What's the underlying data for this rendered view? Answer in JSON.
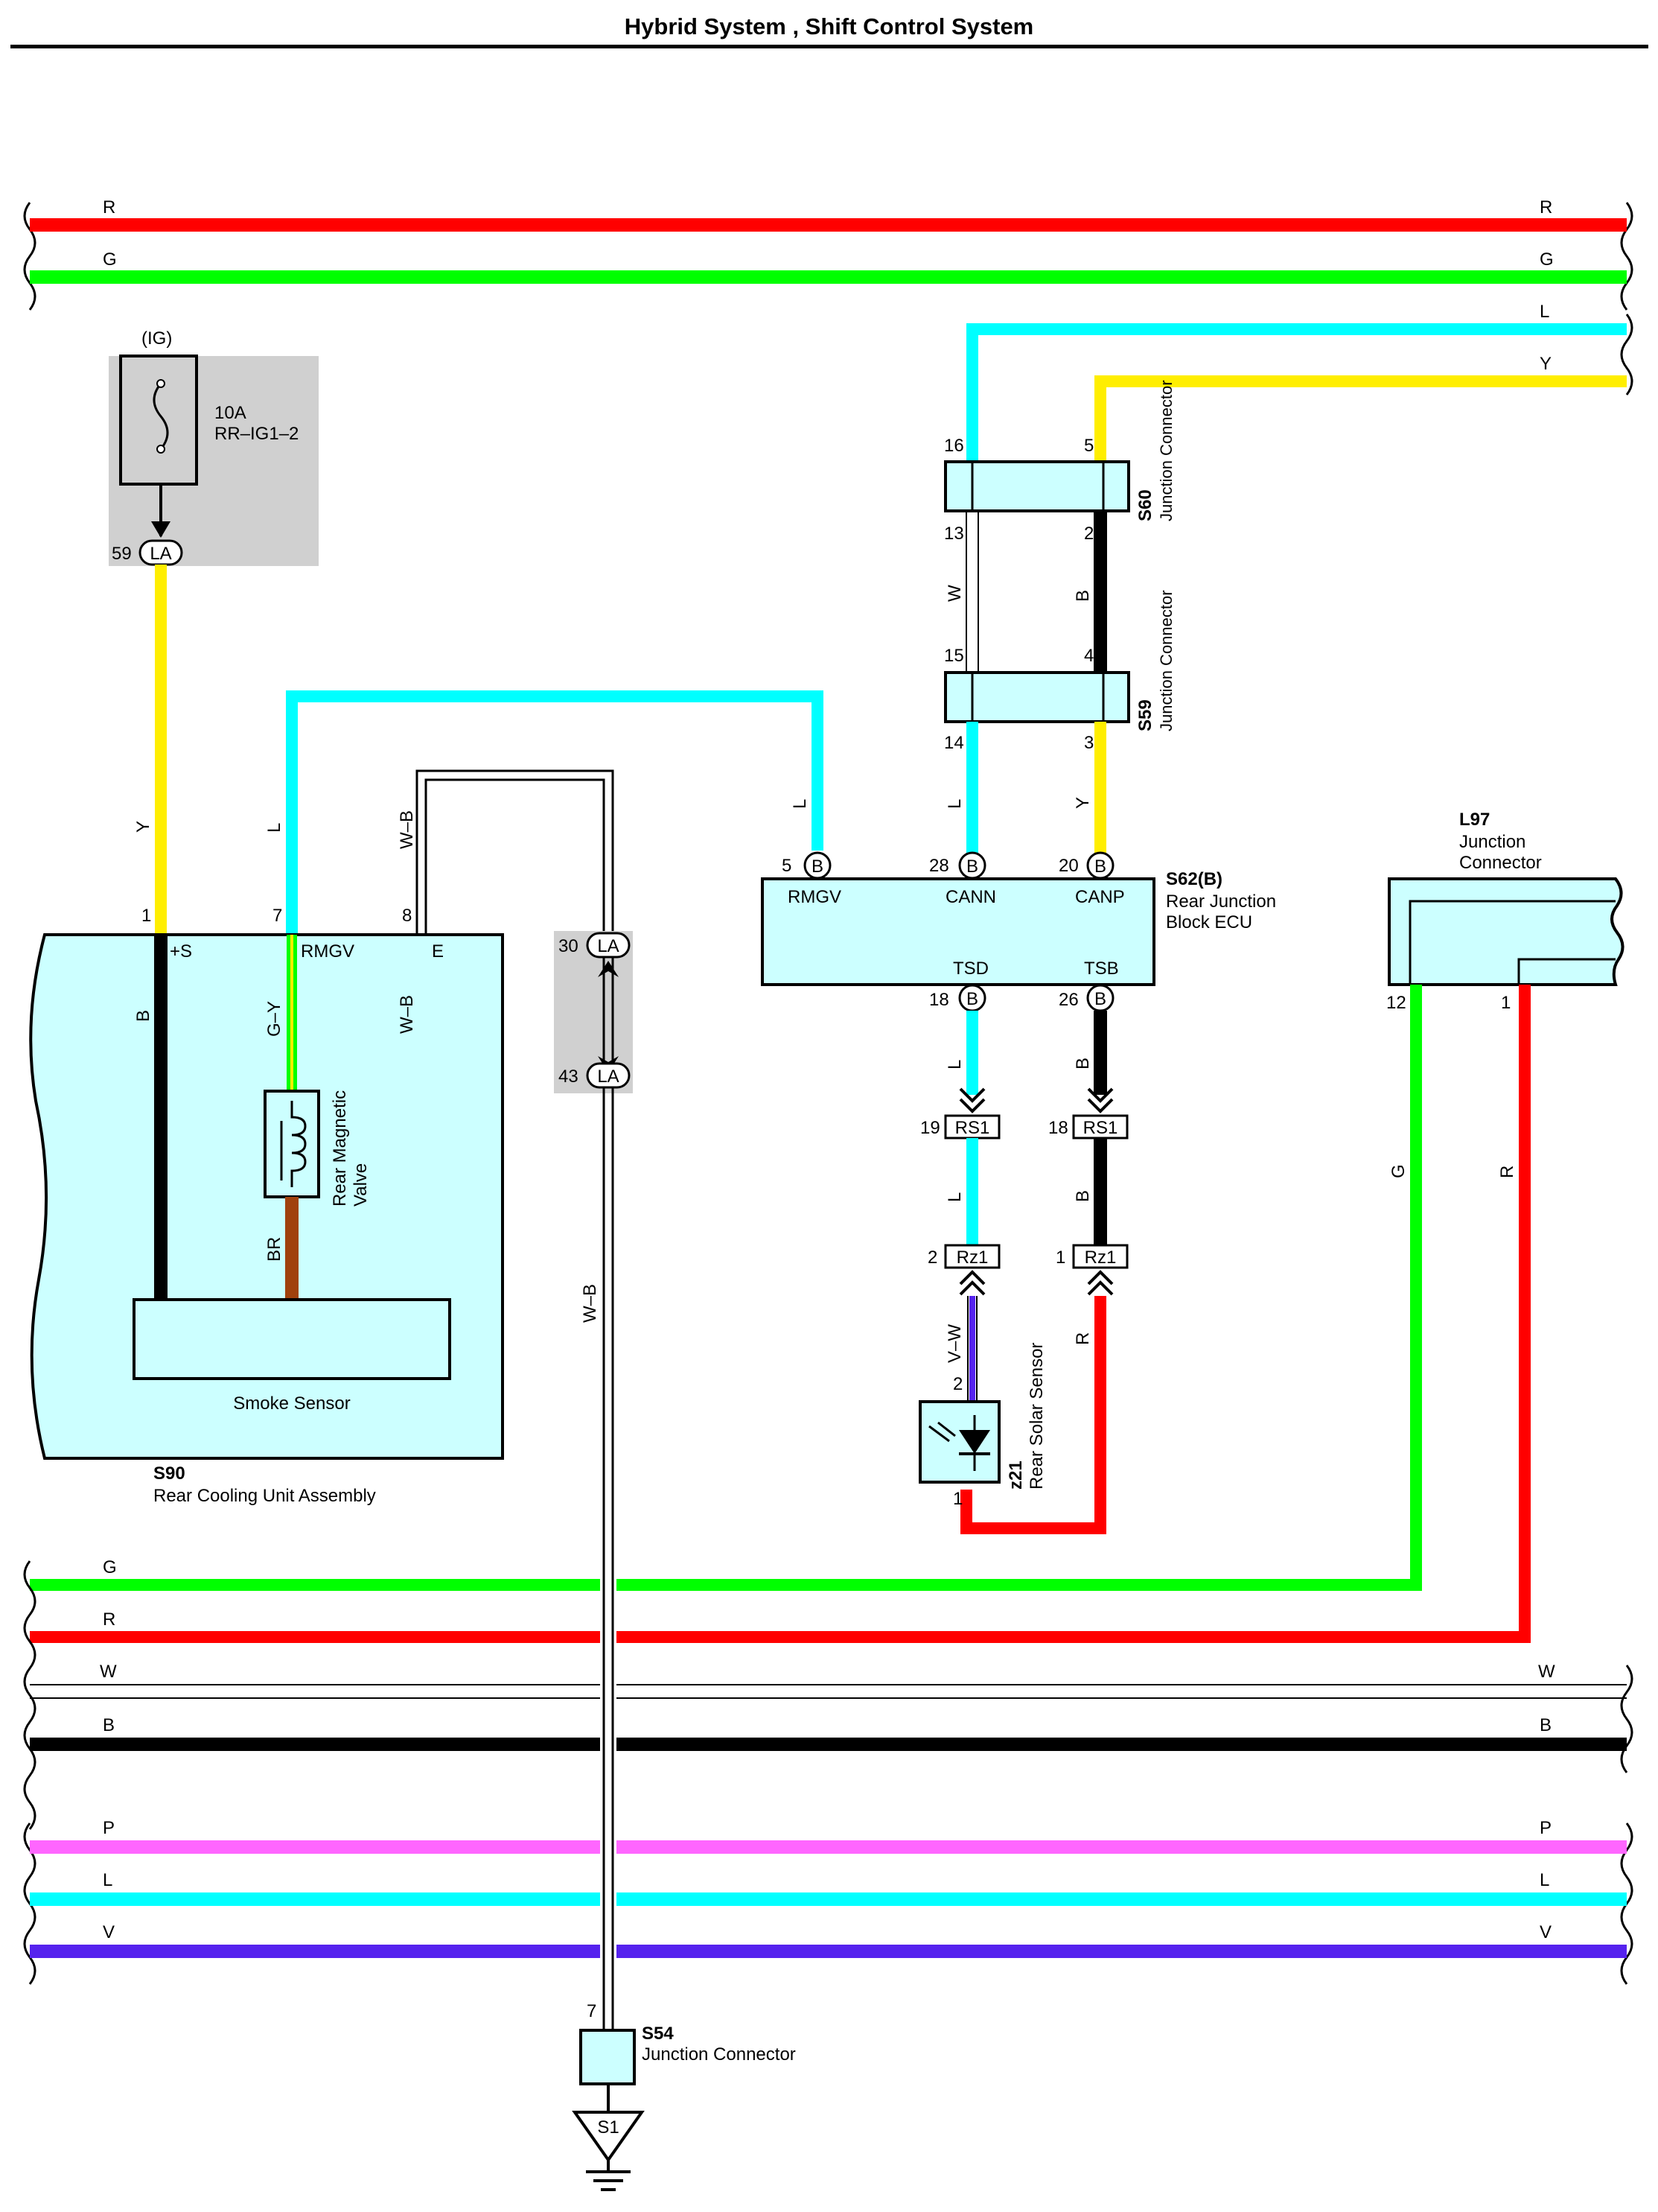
{
  "title": "Hybrid System , Shift Control System",
  "colors": {
    "R": "#ff0000",
    "G": "#00ff00",
    "L": "#00ffff",
    "Y": "#ffee00",
    "B": "#000000",
    "P": "#ff66ff",
    "V": "#5522ee",
    "BR": "#a0410d",
    "box_fill": "#ccffff",
    "fuse_bg": "#d0d0d0"
  },
  "buses": {
    "top": [
      {
        "code": "R",
        "label_left": "R",
        "label_right": "R"
      },
      {
        "code": "G",
        "label_left": "G",
        "label_right": "G"
      }
    ],
    "right_entry": [
      {
        "code": "L",
        "label": "L"
      },
      {
        "code": "Y",
        "label": "Y"
      }
    ],
    "bottom": [
      {
        "code": "G",
        "label_left": "G",
        "label_right": ""
      },
      {
        "code": "R",
        "label_left": "R",
        "label_right": ""
      },
      {
        "code": "W",
        "label_left": "W",
        "label_right": "W"
      },
      {
        "code": "B",
        "label_left": "B",
        "label_right": "B"
      },
      {
        "code": "P",
        "label_left": "P",
        "label_right": "P"
      },
      {
        "code": "L",
        "label_left": "L",
        "label_right": "L"
      },
      {
        "code": "V",
        "label_left": "V",
        "label_right": "V"
      }
    ]
  },
  "fuse": {
    "supply": "(IG)",
    "rating": "10A",
    "name": "RR–IG1–2",
    "pin": "59",
    "connector": "LA"
  },
  "wire_labels": {
    "y_feed": "Y",
    "l_rmgv": "L",
    "wb_e": "W–B",
    "b_s": "B",
    "gy": "G–Y",
    "br": "BR",
    "wb_inner": "W–B",
    "wb_drop": "W–B",
    "w_13": "W",
    "b_2": "B",
    "l_14": "L",
    "y_3": "Y",
    "l_rmgv_ecu": "L",
    "l_18": "L",
    "b_26": "B",
    "l_19": "L",
    "b_18": "B",
    "vw": "V–W",
    "r_solar": "R",
    "g_l97": "G",
    "r_l97": "R"
  },
  "s90": {
    "id": "S90",
    "name": "Rear Cooling Unit Assembly",
    "pins": {
      "s": "1",
      "rmgv": "7",
      "e": "8"
    },
    "terminals": {
      "s": "+S",
      "rmgv": "RMGV",
      "e": "E"
    },
    "valve": "Rear Magnetic Valve",
    "smoke": "Smoke Sensor"
  },
  "la_joint": {
    "pin_top": "30",
    "pin_bottom": "43",
    "connector": "LA"
  },
  "s60": {
    "id": "S60",
    "name": "Junction Connector",
    "pins": {
      "tl": "16",
      "tr": "5",
      "bl": "13",
      "br": "2"
    }
  },
  "s59": {
    "id": "S59",
    "name": "Junction Connector",
    "pins": {
      "tl": "15",
      "tr": "4",
      "bl": "14",
      "br": "3"
    }
  },
  "s62": {
    "id": "S62(B)",
    "name": "Rear Junction Block ECU",
    "pins_top": [
      {
        "num": "5",
        "conn": "B",
        "term": "RMGV"
      },
      {
        "num": "28",
        "conn": "B",
        "term": "CANN"
      },
      {
        "num": "20",
        "conn": "B",
        "term": "CANP"
      }
    ],
    "pins_bottom": [
      {
        "num": "18",
        "conn": "B",
        "term": "TSD"
      },
      {
        "num": "26",
        "conn": "B",
        "term": "TSB"
      }
    ]
  },
  "rs1": [
    {
      "pin": "19",
      "conn": "RS1"
    },
    {
      "pin": "18",
      "conn": "RS1"
    }
  ],
  "rz1": [
    {
      "pin": "2",
      "conn": "Rz1"
    },
    {
      "pin": "1",
      "conn": "Rz1"
    }
  ],
  "z21": {
    "id": "z21",
    "name": "Rear Solar Sensor",
    "pin_top": "2",
    "pin_bottom": "1"
  },
  "l97": {
    "id": "L97",
    "name_line1": "Junction",
    "name_line2": "Connector",
    "pin_g": "12",
    "pin_r": "1"
  },
  "s54": {
    "id": "S54",
    "name": "Junction Connector",
    "pin": "7"
  },
  "ground": {
    "id": "S1"
  }
}
